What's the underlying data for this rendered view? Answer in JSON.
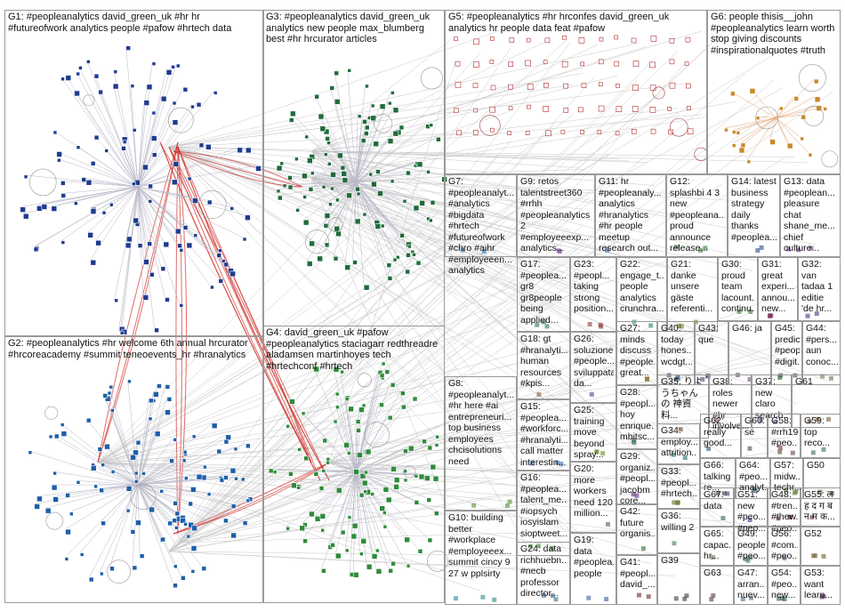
{
  "groups": [
    {
      "id": "G1",
      "label": "G1: #peopleanalytics david_green_uk #hr hr #futureofwork analytics people #pafow #hrtech data",
      "color": "#1f3b8f"
    },
    {
      "id": "G2",
      "label": "G2: #peopleanalytics #hr welcome 6th annual hrcurator #hrcoreacademy #summit teneoevents_hr #hranalytics",
      "color": "#1d5fa8"
    },
    {
      "id": "G3",
      "label": "G3: #peopleanalytics david_green_uk analytics new people max_blumberg best #hr hrcurator articles",
      "color": "#1f6b3a"
    },
    {
      "id": "G4",
      "label": "G4: david_green_uk #pafow #peopleanalytics staciagarr redthreadre aladamsen martinhoyes tech #hrtechconf #hrtech",
      "color": "#2e8b3a"
    },
    {
      "id": "G5",
      "label": "G5: #peopleanalytics #hr hrconfes david_green_uk analytics hr people data feat #pafow",
      "color": "#b02a2a"
    },
    {
      "id": "G6",
      "label": "G6: people thisis__john #peopleanalytics learn worth stop giving discounts #inspirationalquotes #truth",
      "color": "#c98a2a"
    },
    {
      "id": "G7",
      "label": "G7: #peopleanalyt... #analytics #bigdata #hrtech #futureofwork #chro #aihr #employeeen... analytics",
      "color": "#2a6fb0"
    },
    {
      "id": "G8",
      "label": "G8: #peopleanalyt... #hr here #ai entrepreneuri... top business employees chcisolutions need",
      "color": "#5a8a2a"
    },
    {
      "id": "G9",
      "label": "G9: retos talentstreet360 #rrhh #peopleanalytics 2 #employeeexp... analytics...",
      "color": "#7a4aa0"
    },
    {
      "id": "G10",
      "label": "G10: building better #workplace #employeeex... summit cincy 9 27 w pplsirty",
      "color": "#2a8a8a"
    },
    {
      "id": "G11",
      "label": "G11: hr #peopleanaly... analytics #hranalytics #hr people meetup research out...",
      "color": "#2a5a9a"
    },
    {
      "id": "G12",
      "label": "G12: splashbi 4 3 new #peopleana... proud announce release...",
      "color": "#3a7a3a"
    },
    {
      "id": "G13",
      "label": "G13: data #peoplean... pleasure chat shane_me... chief culture...",
      "color": "#6a3a8a"
    },
    {
      "id": "G14",
      "label": "G14: latest business strategy daily thanks #peoplea...",
      "color": "#2a4a8a"
    },
    {
      "id": "G15",
      "label": "G15: #peoplea... #workforc... #hranalyti... call matter interestin...",
      "color": "#3a6ab0"
    },
    {
      "id": "G16",
      "label": "G16: #peoplea... talent_me... #iopsych iosyislam sioptweet...",
      "color": "#4a8a3a"
    },
    {
      "id": "G17",
      "label": "G17: #peoplea... gr8 gr8people being applied...",
      "color": "#2a7a5a"
    },
    {
      "id": "G18",
      "label": "G18: gt #hranalyti... human resources #kpis...",
      "color": "#8a5a2a"
    },
    {
      "id": "G19",
      "label": "G19: data #peoplea... people",
      "color": "#3a5aa0"
    },
    {
      "id": "G20",
      "label": "G20: more workers need 120 million...",
      "color": "#5a5a5a"
    },
    {
      "id": "G21",
      "label": "G21: danke unsere gäste referenti...",
      "color": "#7a7a2a"
    },
    {
      "id": "G22",
      "label": "G22: engage_t... people analytics crunchra...",
      "color": "#2a8a5a"
    },
    {
      "id": "G23",
      "label": "G23: #peopl... taking strong position...",
      "color": "#8a3a3a"
    },
    {
      "id": "G24",
      "label": "G24: data richhuebn... #necb professor director...",
      "color": "#3a6a8a"
    },
    {
      "id": "G25",
      "label": "G25: training move beyond spray...",
      "color": "#6a8a2a"
    },
    {
      "id": "G26",
      "label": "G26: soluzione #people... sviluppata da...",
      "color": "#4a4a8a"
    },
    {
      "id": "G27",
      "label": "G27: minds discuss #people... great...",
      "color": "#8a6a2a"
    },
    {
      "id": "G28",
      "label": "G28: #peopl... hoy enrique... mbitsc...",
      "color": "#2a5a5a"
    },
    {
      "id": "G29",
      "label": "G29: organiz... #peopl... jacobm core...",
      "color": "#5a2a7a"
    },
    {
      "id": "G30",
      "label": "G30: proud team lacount... continu...",
      "color": "#2a7a2a"
    },
    {
      "id": "G31",
      "label": "G31: great experi... annou... new...",
      "color": "#7a2a5a"
    },
    {
      "id": "G32",
      "label": "G32: van tadaa 1 editie 'de hr...",
      "color": "#3a3a7a"
    },
    {
      "id": "G33",
      "label": "G33: #peopl... #hrtech...",
      "color": "#6a6a2a"
    },
    {
      "id": "G34",
      "label": "G34: employ... attrition...",
      "color": "#2a6a6a"
    },
    {
      "id": "G35",
      "label": "G35: りよ うちゃんの 神資料...",
      "color": "#7a4a2a"
    },
    {
      "id": "G36",
      "label": "G36: willing 2",
      "color": "#4a7a4a"
    },
    {
      "id": "G37",
      "label": "G37: new claro search...",
      "color": "#5a5a8a"
    },
    {
      "id": "G38",
      "label": "G38: roles newer #hr involve...",
      "color": "#8a5a5a"
    },
    {
      "id": "G39",
      "label": "G39",
      "color": "#3a3a3a"
    },
    {
      "id": "G40",
      "label": "G40: today hones... wcdgt...",
      "color": "#2a4a6a"
    },
    {
      "id": "G41",
      "label": "G41: #peopl... david_...",
      "color": "#6a2a2a"
    },
    {
      "id": "G42",
      "label": "G42: future organis...",
      "color": "#2a6a3a"
    },
    {
      "id": "G43",
      "label": "G43: que",
      "color": "#5a3a6a"
    },
    {
      "id": "G44",
      "label": "G44: #pers... aun conoc...",
      "color": "#7a6a4a"
    },
    {
      "id": "G45",
      "label": "G45: predic... #peop... #digit...",
      "color": "#3a5a3a"
    },
    {
      "id": "G46",
      "label": "G46: ja",
      "color": "#6a4a6a"
    },
    {
      "id": "G47",
      "label": "G47: arran... nuev...",
      "color": "#4a6a7a"
    },
    {
      "id": "G48",
      "label": "G48: #tren... #thew... #peo...",
      "color": "#7a3a4a"
    },
    {
      "id": "G49",
      "label": "G49: people #peo...",
      "color": "#3a7a6a"
    },
    {
      "id": "G50",
      "label": "G50",
      "color": "#5a5a3a"
    },
    {
      "id": "G51",
      "label": "G51: new #peo... #peo...",
      "color": "#2a3a7a"
    },
    {
      "id": "G52",
      "label": "G52",
      "color": "#6a5a2a"
    },
    {
      "id": "G53",
      "label": "G53: want learn...",
      "color": "#4a2a5a"
    },
    {
      "id": "G54",
      "label": "G54: #peo... new...",
      "color": "#2a5a4a"
    },
    {
      "id": "G55",
      "label": "G55: ल ह द ग ब न म क...",
      "color": "#7a2a3a"
    },
    {
      "id": "G56",
      "label": "G56: #com... #peo...",
      "color": "#3a4a6a"
    },
    {
      "id": "G57",
      "label": "G57: midw... techr...",
      "color": "#5a7a3a"
    },
    {
      "id": "G58",
      "label": "G58: #rrh19 #peo...",
      "color": "#6a3a3a"
    },
    {
      "id": "G59",
      "label": "G59: top reco...",
      "color": "#3a6a5a"
    },
    {
      "id": "G60",
      "label": "G60: sé",
      "color": "#4a4a6a"
    },
    {
      "id": "G61",
      "label": "G61",
      "color": "#7a5a3a"
    },
    {
      "id": "G62",
      "label": "G62: really good...",
      "color": "#2a5a7a"
    },
    {
      "id": "G63",
      "label": "G63",
      "color": "#5a3a3a"
    },
    {
      "id": "G64",
      "label": "G64: #peo... analyt...",
      "color": "#3a5a6a"
    },
    {
      "id": "G65",
      "label": "G65: capac... hr...",
      "color": "#6a6a4a"
    },
    {
      "id": "G66",
      "label": "G66: talking re...",
      "color": "#4a3a5a"
    },
    {
      "id": "G67",
      "label": "G67: data",
      "color": "#2a6a4a"
    }
  ]
}
